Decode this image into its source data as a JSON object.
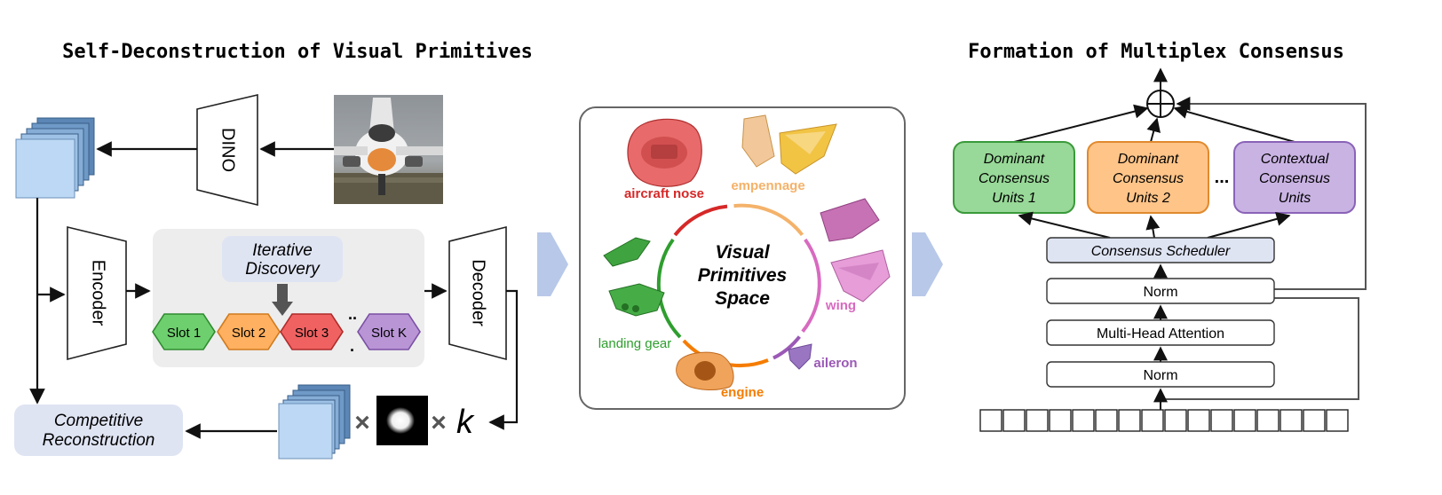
{
  "left_panel": {
    "title": "Self-Deconstruction of Visual Primitives",
    "dino_label": "DINO",
    "encoder_label": "Encoder",
    "decoder_label": "Decoder",
    "iterative_discovery": [
      "Iterative",
      "Discovery"
    ],
    "slots": [
      {
        "label": "Slot 1",
        "fill": "#6ecf6e",
        "stroke": "#2e8b2e"
      },
      {
        "label": "Slot 2",
        "fill": "#ffb060",
        "stroke": "#d07a1c"
      },
      {
        "label": "Slot 3",
        "fill": "#f06262",
        "stroke": "#b02a2a"
      },
      {
        "label": "Slot K",
        "fill": "#b995d6",
        "stroke": "#7a4fa3"
      }
    ],
    "competitive_reconstruction": [
      "Competitive",
      "Reconstruction"
    ],
    "times_symbol": "×",
    "k_symbol": "k"
  },
  "middle_panel": {
    "center_label": [
      "Visual",
      "Primitives",
      "Space"
    ],
    "primitives": [
      {
        "label": "aircraft nose",
        "color": "#d62828"
      },
      {
        "label": "empennage",
        "color": "#f4b26a"
      },
      {
        "label": "wing",
        "color": "#d86ac0"
      },
      {
        "label": "aileron",
        "color": "#9b59b6"
      },
      {
        "label": "engine",
        "color": "#f57c00"
      },
      {
        "label": "landing gear",
        "color": "#2e9e2e"
      }
    ]
  },
  "right_panel": {
    "title": "Formation of Multiplex Consensus",
    "units": [
      {
        "lines": [
          "Dominant",
          "Consensus",
          "Units 1"
        ],
        "fill": "#98d898",
        "stroke": "#3a9a3a"
      },
      {
        "lines": [
          "Dominant",
          "Consensus",
          "Units 2"
        ],
        "fill": "#ffc488",
        "stroke": "#e08a2e"
      },
      {
        "lines": [
          "Contextual",
          "Consensus",
          "Units"
        ],
        "fill": "#c9b3e3",
        "stroke": "#8a63b8"
      }
    ],
    "ellipsis": "...",
    "scheduler": "Consensus Scheduler",
    "norm_top": "Norm",
    "attention": "Multi-Head Attention",
    "norm_bottom": "Norm",
    "token_count": 16
  },
  "colors": {
    "arrow": "#111111",
    "panel_fill": "#ededed",
    "soft_box": "#dfe4f3",
    "big_arrow": "#b8c8e8",
    "feature_light": "#bcd8f4",
    "feature_dark": "#4a6f99"
  }
}
